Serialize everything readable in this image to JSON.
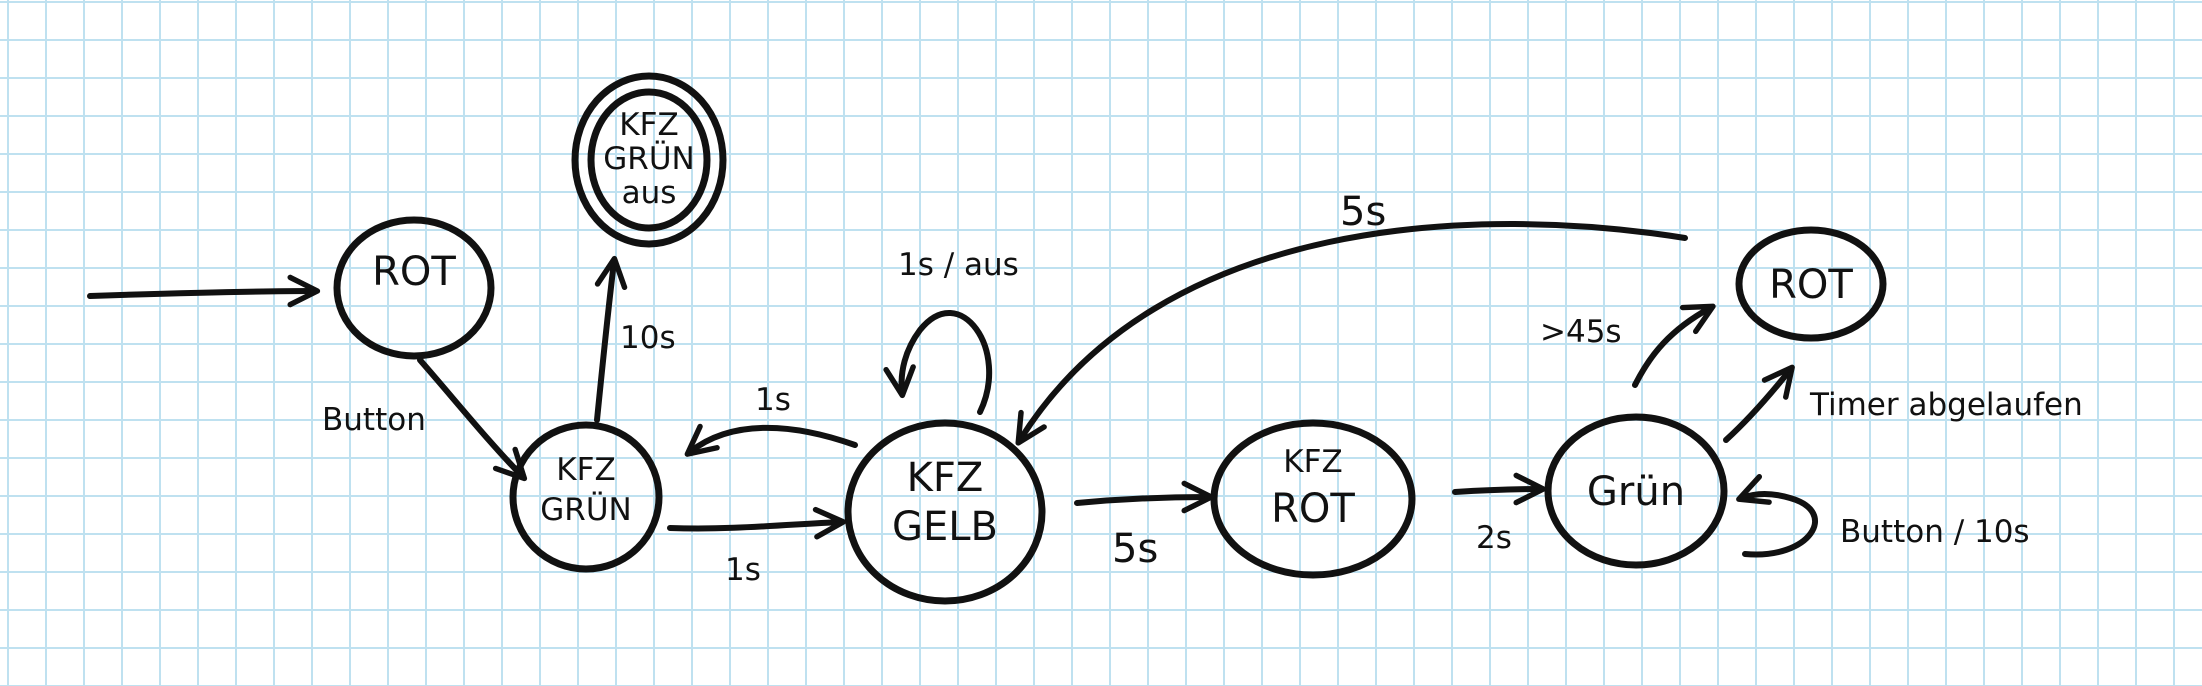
{
  "colors": {
    "ink": "#111111",
    "paper": "#ffffff",
    "grid": "#bfe1f0"
  },
  "nodes": {
    "start_rot": {
      "lines": [
        "ROT"
      ]
    },
    "kfz_gruen_aus": {
      "lines": [
        "KFZ",
        "GRÜN",
        "aus"
      ]
    },
    "kfz_gruen": {
      "lines": [
        "KFZ",
        "GRÜN"
      ]
    },
    "kfz_gelb": {
      "lines": [
        "KFZ",
        "GELB"
      ]
    },
    "kfz_rot": {
      "lines": [
        "KFZ",
        "ROT"
      ]
    },
    "gruen": {
      "lines": [
        "Grün"
      ]
    },
    "rot_right": {
      "lines": [
        "ROT"
      ]
    }
  },
  "edges": {
    "start": "",
    "rot_to_kfz_gruen": "Button",
    "kfz_gruen_to_aus": "10s",
    "kfz_gelb_to_kfz_gruen": "1s",
    "kfz_gruen_to_kfz_gelb": "1s",
    "kfz_gelb_self": "1s / aus",
    "kfz_gelb_to_kfz_rot": "5s",
    "kfz_rot_to_gruen": "2s",
    "gruen_to_rot": ">45s",
    "rot_to_kfz_gelb": "5s",
    "gruen_timer": "Timer abgelaufen",
    "gruen_self": "Button / 10s"
  }
}
